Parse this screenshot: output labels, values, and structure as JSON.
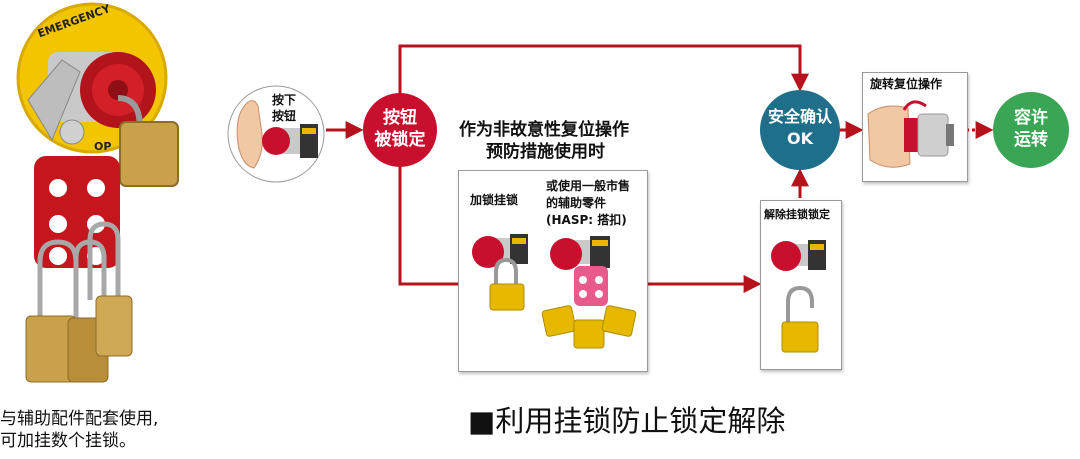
{
  "caption": {
    "line1": "与辅助配件配套使用,",
    "line2": "可加挂数个挂锁。"
  },
  "photo": {
    "ring_text": "EMERGENCY",
    "ring_text_partial": "OP"
  },
  "step_press": {
    "label_line1": "按下",
    "label_line2": "按钮"
  },
  "node_locked": {
    "line1": "按钮",
    "line2": "被锁定"
  },
  "middle_heading": {
    "line1": "作为非故意性复位操作",
    "line2": "预防措施使用时"
  },
  "middle_box": {
    "padlock_label": "加锁挂锁",
    "hasp_line1": "或使用一般市售",
    "hasp_line2": "的辅助零件",
    "hasp_line3": "(HASP: 搭扣)"
  },
  "release_box": {
    "label": "解除挂锁锁定"
  },
  "node_confirm": {
    "line1": "安全确认",
    "line2": "OK"
  },
  "rotate_box": {
    "label": "旋转复位操作"
  },
  "node_allow": {
    "line1": "容许",
    "line2": "运转"
  },
  "bottom_title": "■利用挂锁防止锁定解除",
  "colors": {
    "arrow": "#b5121b",
    "locked_node": "#c8102e",
    "confirm_node": "#1f6f8b",
    "allow_node": "#3aa655",
    "lockout_red": "#c4161c",
    "brass": "#c9a14a",
    "yellow_lock": "#e6b800"
  }
}
